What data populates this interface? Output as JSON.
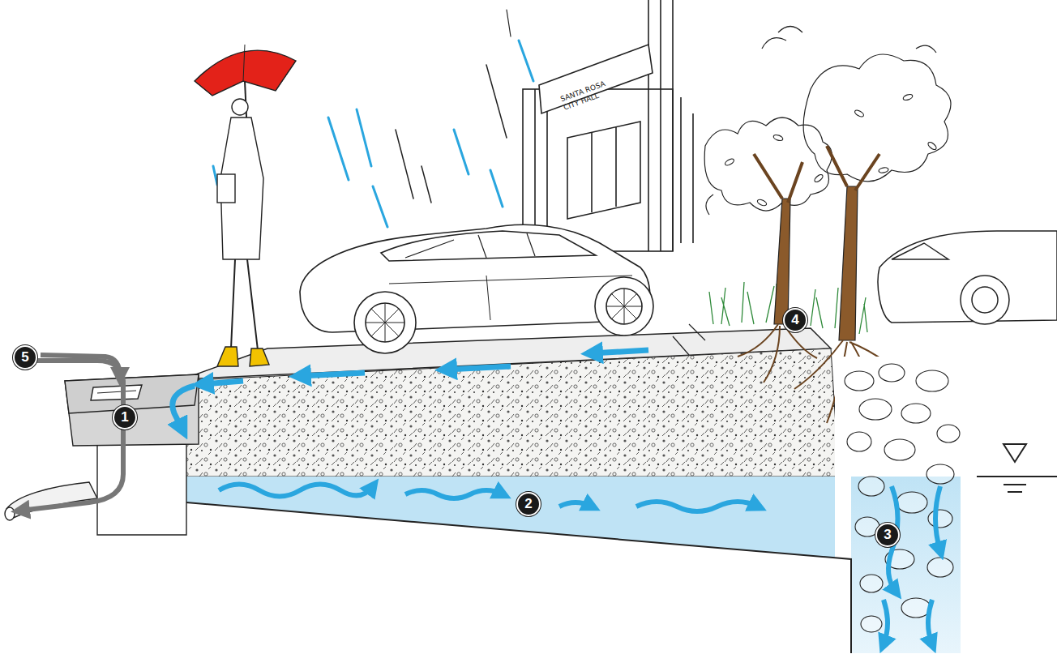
{
  "diagram": {
    "labels": [
      "SANTA ROSA CITY HALL",
      "5",
      "1",
      "4",
      "2",
      "3"
    ]
  }
}
